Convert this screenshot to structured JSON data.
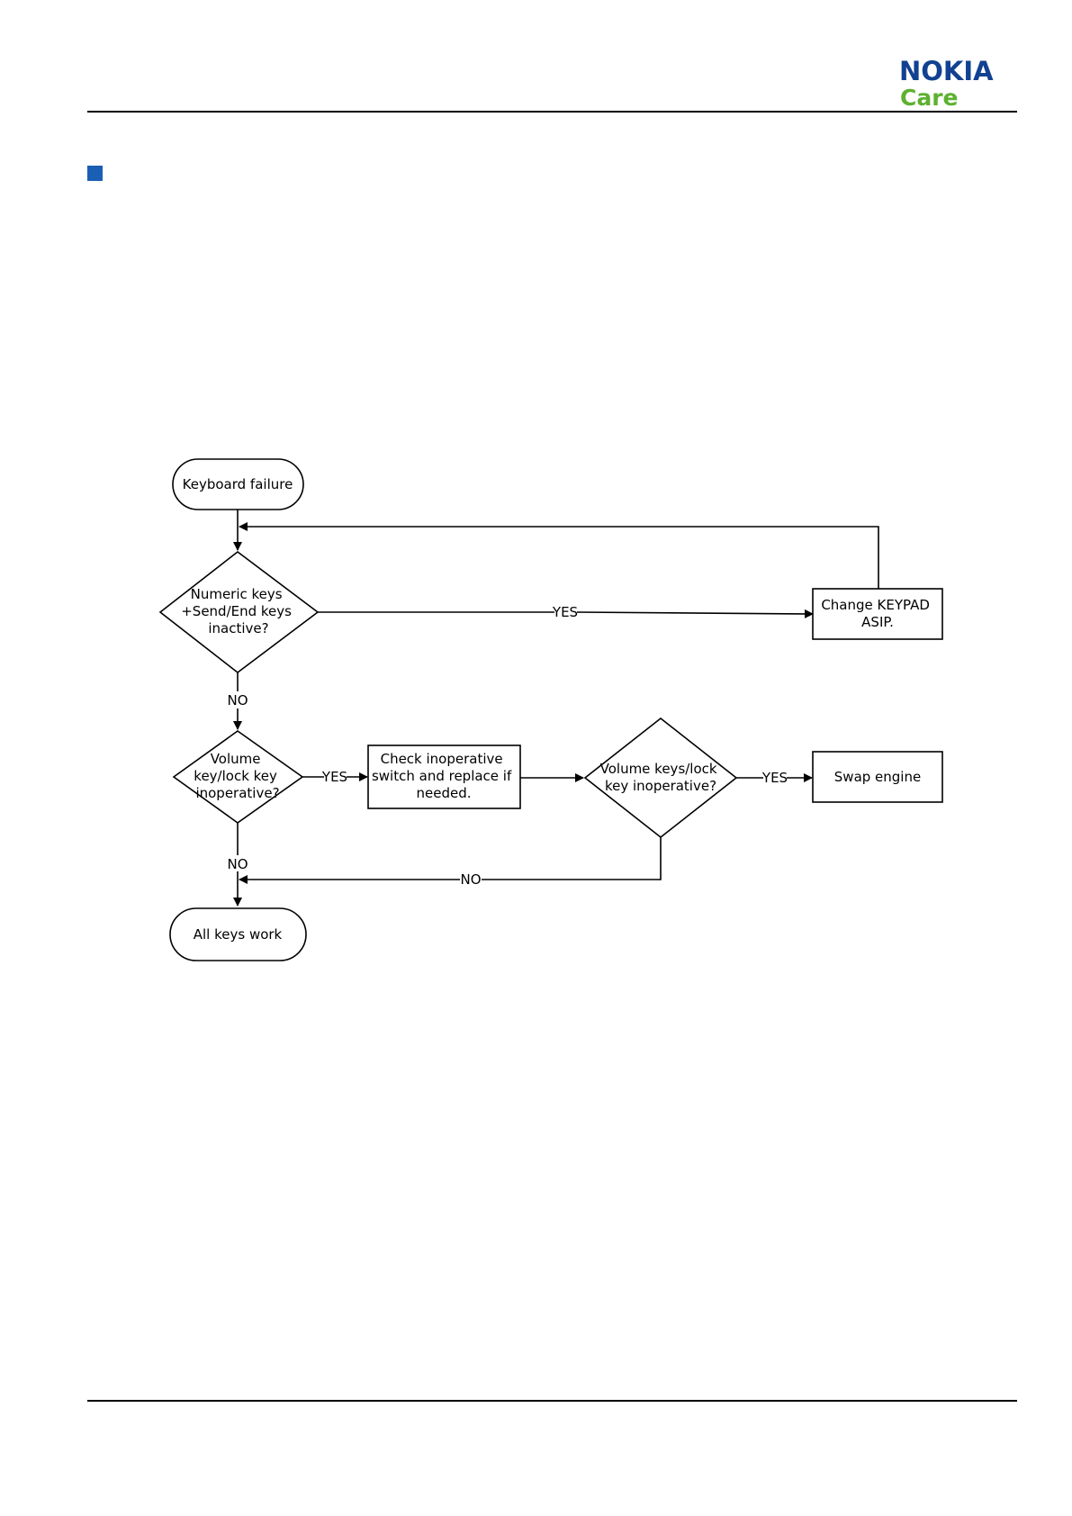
{
  "header": {
    "logo_brand": "NOKIA",
    "logo_sub": "Care"
  },
  "colors": {
    "brand_blue": "#124191",
    "brand_green": "#5db12f",
    "marker_blue": "#1a5fb4",
    "line": "#000000"
  },
  "icons": {
    "section_marker": "square-bullet-icon"
  },
  "flowchart": {
    "start": [
      "Keyboard failure"
    ],
    "decision_numeric": [
      "Numeric keys",
      "+Send/End keys",
      "inactive?"
    ],
    "action_keypad": [
      "Change KEYPAD",
      "ASIP."
    ],
    "decision_volume": [
      "Volume",
      "key/lock key",
      "inoperative?"
    ],
    "action_check": [
      "Check inoperative",
      "switch and replace if",
      "needed."
    ],
    "decision_volume_keys": [
      "Volume keys/lock",
      "key inoperative?"
    ],
    "action_swap": [
      "Swap engine"
    ],
    "end": [
      "All keys work"
    ],
    "labels": {
      "yes": "YES",
      "no": "NO"
    }
  }
}
